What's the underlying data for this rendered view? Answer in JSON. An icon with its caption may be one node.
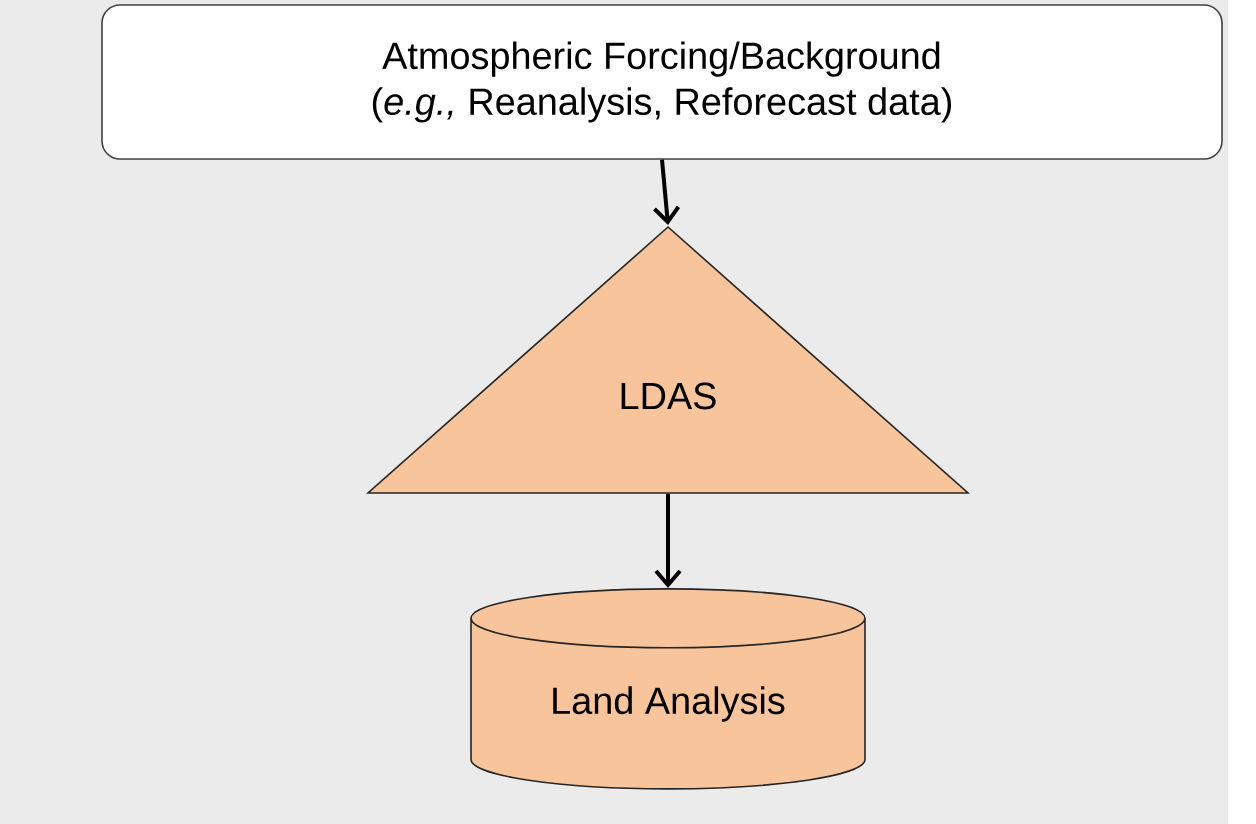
{
  "diagram": {
    "nodes": [
      {
        "text": [
          "Atmospheric Forcing/Background",
          "(*e.g.,* Reanalysis, Reforecast data)"
        ]
      },
      {
        "text": [
          "LDAS"
        ]
      },
      {
        "text": [
          "Land Analysis"
        ]
      }
    ],
    "edges": [
      {
        "from": 0,
        "to": 1,
        "arrow": "to"
      },
      {
        "from": 1,
        "to": 2,
        "arrow": "to"
      }
    ]
  }
}
